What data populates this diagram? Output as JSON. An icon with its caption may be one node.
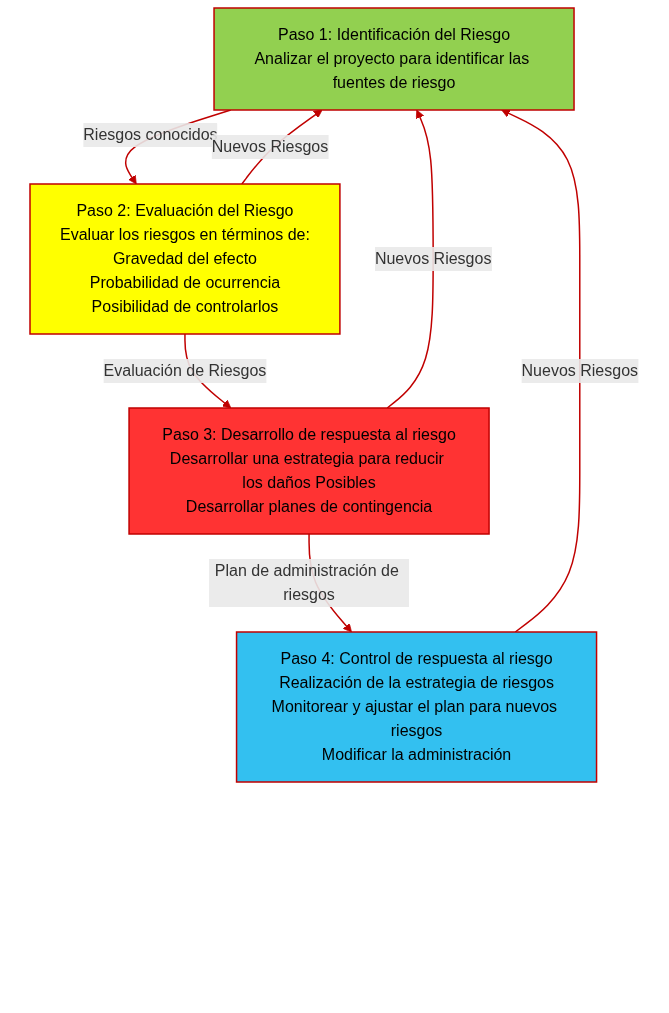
{
  "diagram": {
    "nodes": [
      {
        "text": [
          "Paso 1: Identificación del Riesgo",
          "Analizar el proyecto para identificar las fuentes de riesgo"
        ]
      },
      {
        "text": [
          "Paso 2: Evaluación del Riesgo",
          "Evaluar los riesgos en términos de:",
          "Gravedad del efecto",
          "Probabilidad de ocurrencia",
          "Posibilidad de controlarlos"
        ]
      },
      {
        "text": [
          "Paso 3: Desarrollo de respuesta al riesgo",
          "Desarrollar una estrategia para reducir los daños Posibles",
          "Desarrollar planes de contingencia"
        ]
      },
      {
        "text": [
          "Paso 4: Control de respuesta al riesgo",
          "Realización de la estrategia de riesgos",
          "Monitorear y ajustar el plan para nuevos riesgos",
          "Modificar la administración"
        ]
      }
    ],
    "edges": [
      {
        "from": 0,
        "to": 1,
        "arrow": "to",
        "label": "Riesgos conocidos"
      },
      {
        "from": 1,
        "to": 2,
        "arrow": "to",
        "label": "Evaluación de Riesgos"
      },
      {
        "from": 2,
        "to": 3,
        "arrow": "to",
        "label": "Plan de administración de riesgos"
      },
      {
        "from": 1,
        "to": 0,
        "arrow": "to",
        "label": "Nuevos Riesgos"
      },
      {
        "from": 2,
        "to": 0,
        "arrow": "to",
        "label": "Nuevos Riesgos"
      },
      {
        "from": 3,
        "to": 0,
        "arrow": "to",
        "label": "Nuevos Riesgos"
      }
    ]
  }
}
